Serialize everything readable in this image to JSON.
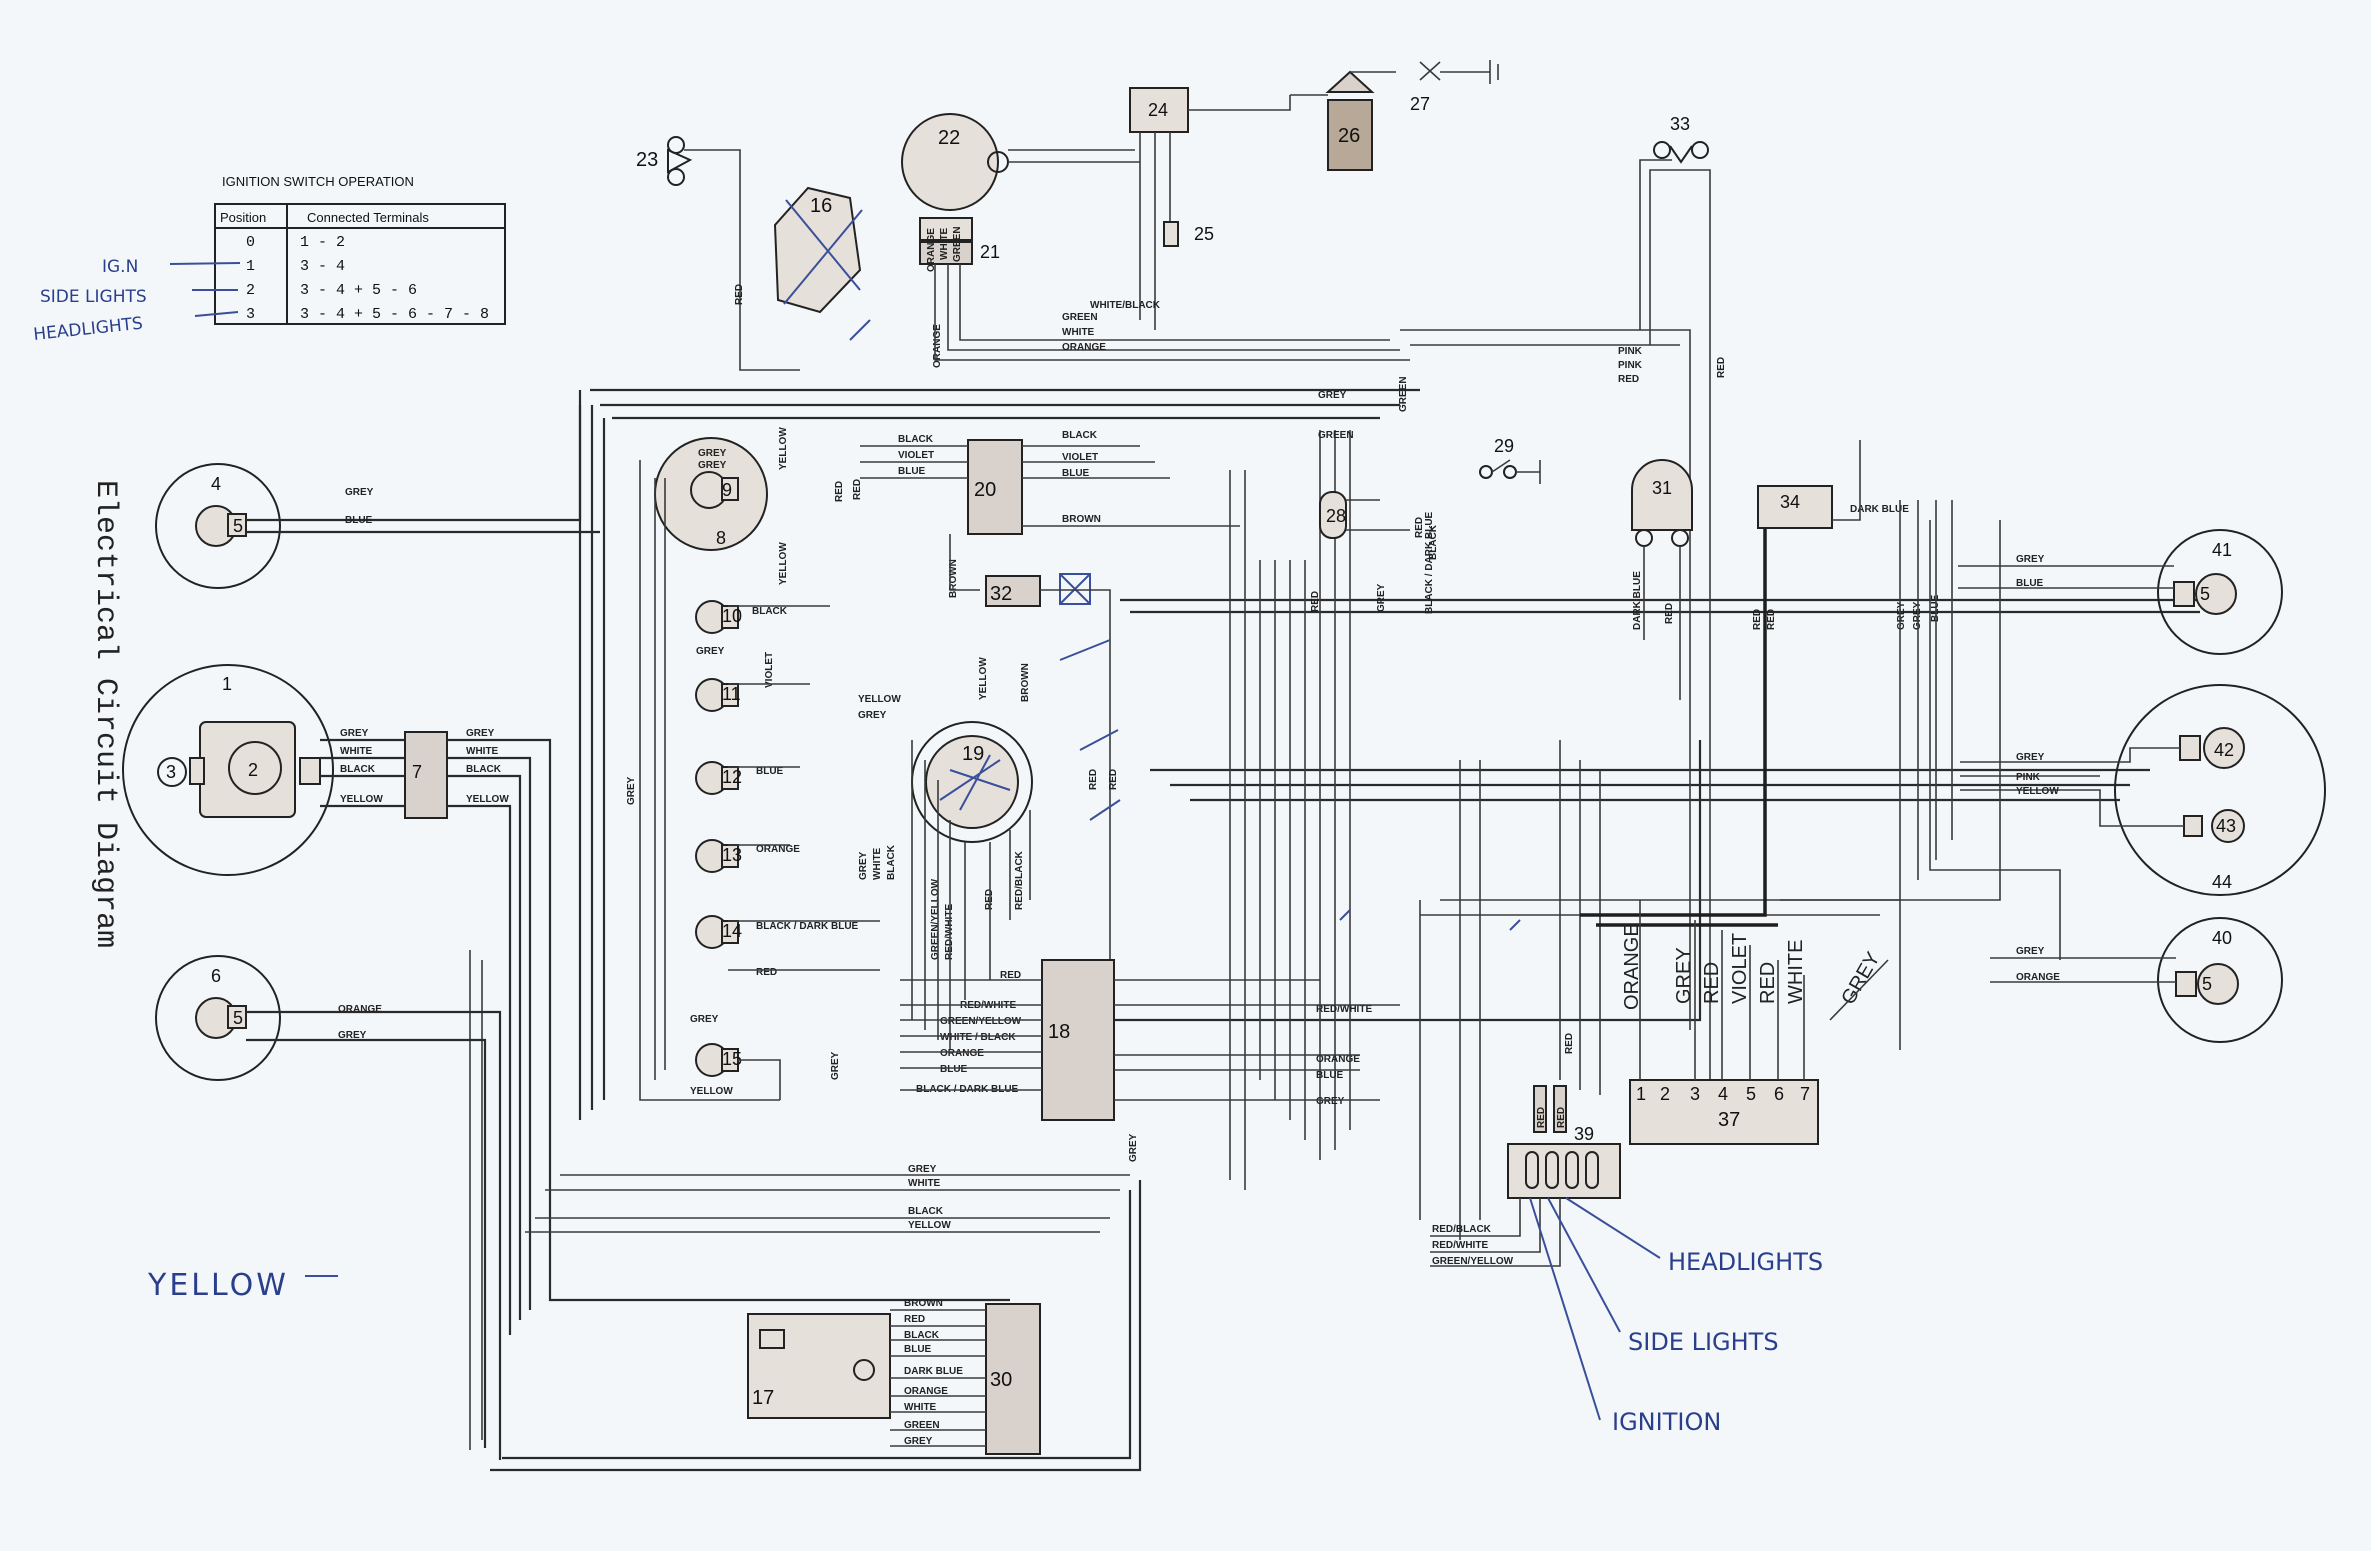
{
  "diagram": {
    "title": "Electrical Circuit Diagram",
    "table": {
      "title": "IGNITION SWITCH OPERATION",
      "col_position": "Position",
      "col_terminals": "Connected Terminals",
      "rows": [
        {
          "position": "0",
          "terminals": "1 - 2"
        },
        {
          "position": "1",
          "terminals": "3 - 4"
        },
        {
          "position": "2",
          "terminals": "3 - 4 + 5 - 6"
        },
        {
          "position": "3",
          "terminals": "3 - 4 + 5 - 6 - 7 - 8"
        }
      ]
    },
    "handwritten": {
      "ign": "IG.N",
      "side_lights": "SIDE LIGHTS",
      "headlights": "HEADLIGHTS",
      "yellow": "YELLOW",
      "headlights_right": "HEADLIGHTS",
      "side_lights_right": "SIDE LIGHTS",
      "ignition": "IGNITION"
    },
    "components": {
      "c1": "1",
      "c2": "2",
      "c3": "3",
      "c4": "4",
      "c5a": "5",
      "c5b": "5",
      "c5c": "5",
      "c5d": "5",
      "c6": "6",
      "c7": "7",
      "c8": "8",
      "c9": "9",
      "c10": "10",
      "c11": "11",
      "c12": "12",
      "c13": "13",
      "c14": "14",
      "c15": "15",
      "c16": "16",
      "c17": "17",
      "c18": "18",
      "c19": "19",
      "c20": "20",
      "c21": "21",
      "c22": "22",
      "c23": "23",
      "c24": "24",
      "c25": "25",
      "c26": "26",
      "c27": "27",
      "c28": "28",
      "c29": "29",
      "c30": "30",
      "c31": "31",
      "c32": "32",
      "c33": "33",
      "c34": "34",
      "c37": "37",
      "c39": "39",
      "c40": "40",
      "c41": "41",
      "c42": "42",
      "c43": "43",
      "c44": "44"
    },
    "terminals_37": [
      "1",
      "2",
      "3",
      "4",
      "5",
      "6",
      "7"
    ],
    "big_labels": {
      "orange": "ORANGE",
      "grey": "GREY",
      "red1": "RED",
      "violet": "VIOLET",
      "red2": "RED",
      "white": "WHITE",
      "grey2": "GREY"
    },
    "wires": {
      "grey": "GREY",
      "blue": "BLUE",
      "white": "WHITE",
      "black": "BLACK",
      "yellow": "YELLOW",
      "orange": "ORANGE",
      "red": "RED",
      "green": "GREEN",
      "pink": "PINK",
      "violet": "VIOLET",
      "brown": "BROWN",
      "dark_blue": "DARK BLUE",
      "white_black": "WHITE/BLACK",
      "black_dark_blue": "BLACK / DARK BLUE",
      "red_white": "RED/WHITE",
      "green_yellow": "GREEN/YELLOW",
      "white_black2": "WHITE / BLACK",
      "red_black": "RED/BLACK",
      "green_yellow2": "GREEN/YELLOW"
    }
  }
}
